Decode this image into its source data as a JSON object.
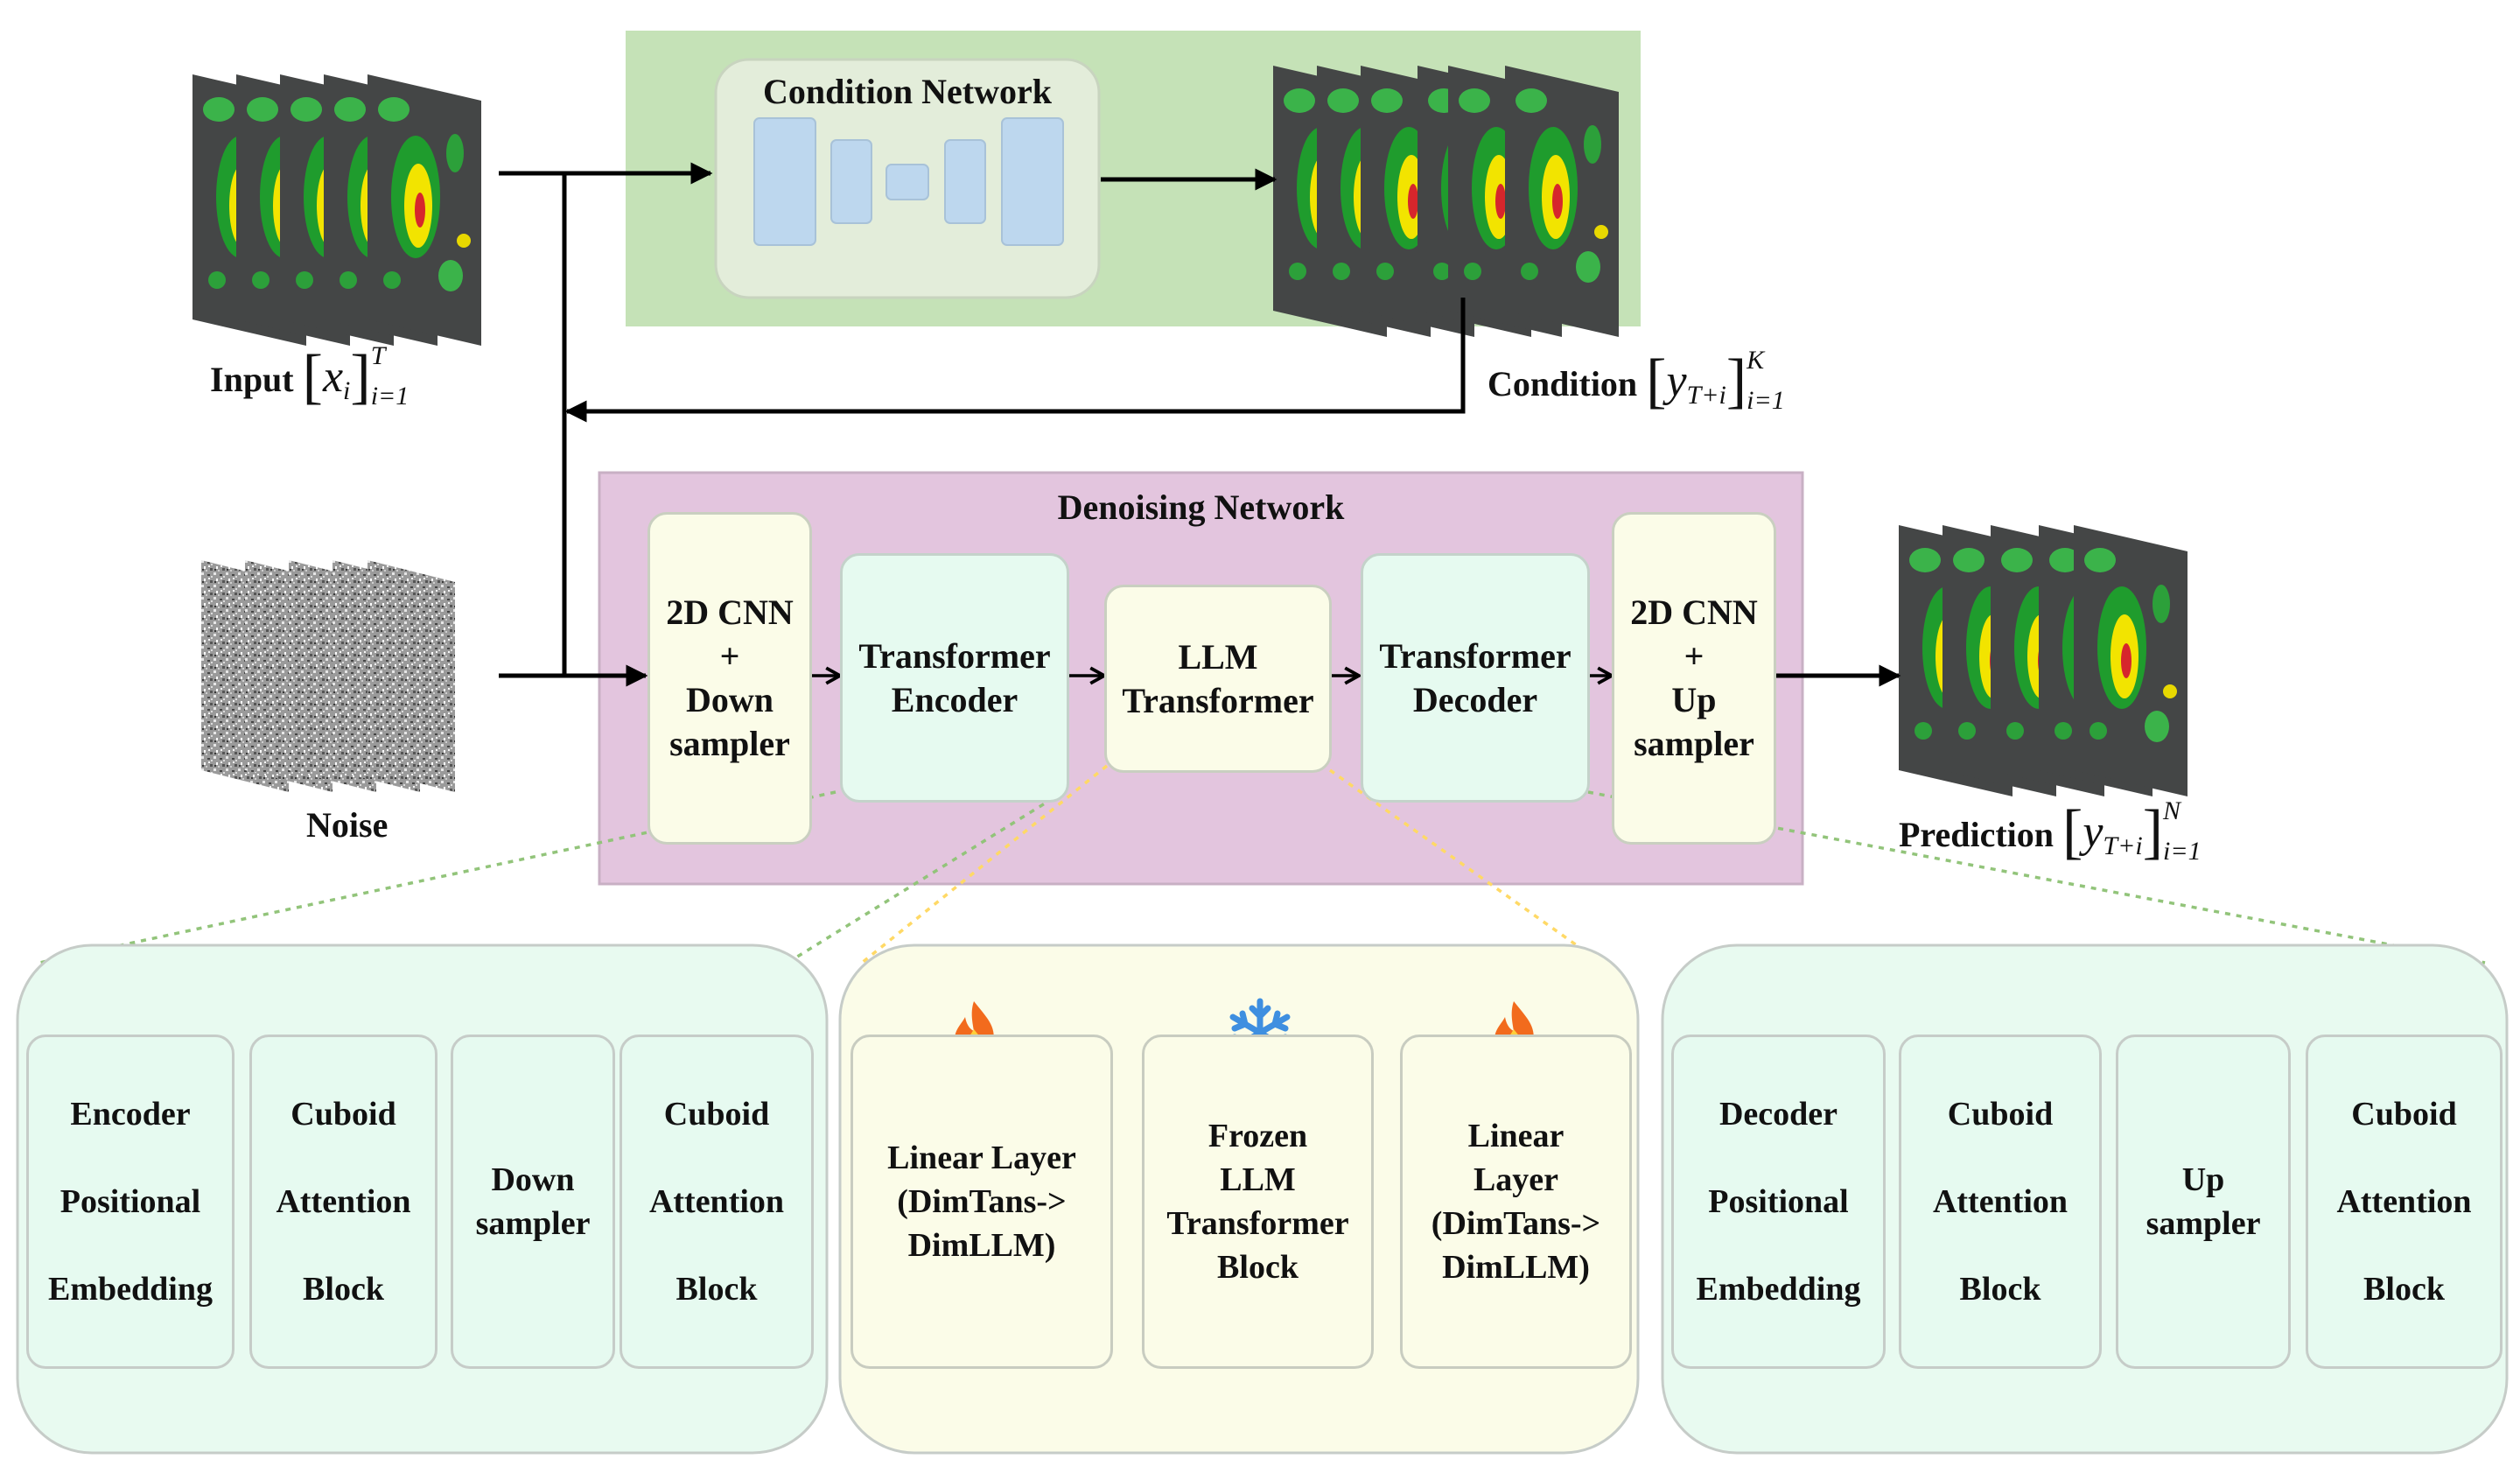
{
  "input": {
    "label": "Input",
    "var": "x",
    "sub_i": "i",
    "range_sub": "i=1",
    "range_sup": "T"
  },
  "noise": {
    "label": "Noise"
  },
  "condition_network": {
    "title": "Condition Network"
  },
  "condition": {
    "label": "Condition",
    "var": "y",
    "sub": "T+i",
    "range_sub": "i=1",
    "range_sup": "K"
  },
  "denoising_network": {
    "title": "Denoising Network",
    "blocks": [
      {
        "lines": [
          "2D CNN",
          "+",
          "Down",
          "sampler"
        ]
      },
      {
        "lines": [
          "Transformer",
          "Encoder"
        ]
      },
      {
        "lines": [
          "LLM",
          "Transformer"
        ]
      },
      {
        "lines": [
          "Transformer",
          "Decoder"
        ]
      },
      {
        "lines": [
          "2D CNN",
          "+",
          "Up",
          "sampler"
        ]
      }
    ]
  },
  "prediction": {
    "label": "Prediction",
    "var": "y",
    "sub": "T+i",
    "range_sub": "i=1",
    "range_sup": "N"
  },
  "encoder_detail": {
    "blocks": [
      {
        "lines": [
          "Encoder",
          "Positional",
          "Embedding"
        ]
      },
      {
        "lines": [
          "Cuboid",
          "Attention",
          "Block"
        ]
      },
      {
        "lines": [
          "Down",
          "sampler"
        ]
      },
      {
        "lines": [
          "Cuboid",
          "Attention",
          "Block"
        ]
      }
    ]
  },
  "llm_detail": {
    "blocks": [
      {
        "lines": [
          "Linear Layer",
          "(DimTans->",
          "DimLLM)"
        ],
        "icon": "flame-icon"
      },
      {
        "lines": [
          "Frozen",
          "LLM",
          "Transformer",
          "Block"
        ],
        "icon": "snowflake-icon"
      },
      {
        "lines": [
          "Linear",
          "Layer",
          "(DimTans->",
          "DimLLM)"
        ],
        "icon": "flame-icon"
      }
    ]
  },
  "decoder_detail": {
    "blocks": [
      {
        "lines": [
          "Decoder",
          "Positional",
          "Embedding"
        ]
      },
      {
        "lines": [
          "Cuboid",
          "Attention",
          "Block"
        ]
      },
      {
        "lines": [
          "Up",
          "sampler"
        ]
      },
      {
        "lines": [
          "Cuboid",
          "Attention",
          "Block"
        ]
      }
    ]
  },
  "colors": {
    "condition_bg": "#c5e2b7",
    "denoising_bg": "#e3c5de",
    "mint": "#e6faf0",
    "cream": "#fbfce8",
    "blue_block": "#bdd7ee",
    "dotted_green": "#92c47a",
    "dotted_yellow": "#ffd966"
  }
}
